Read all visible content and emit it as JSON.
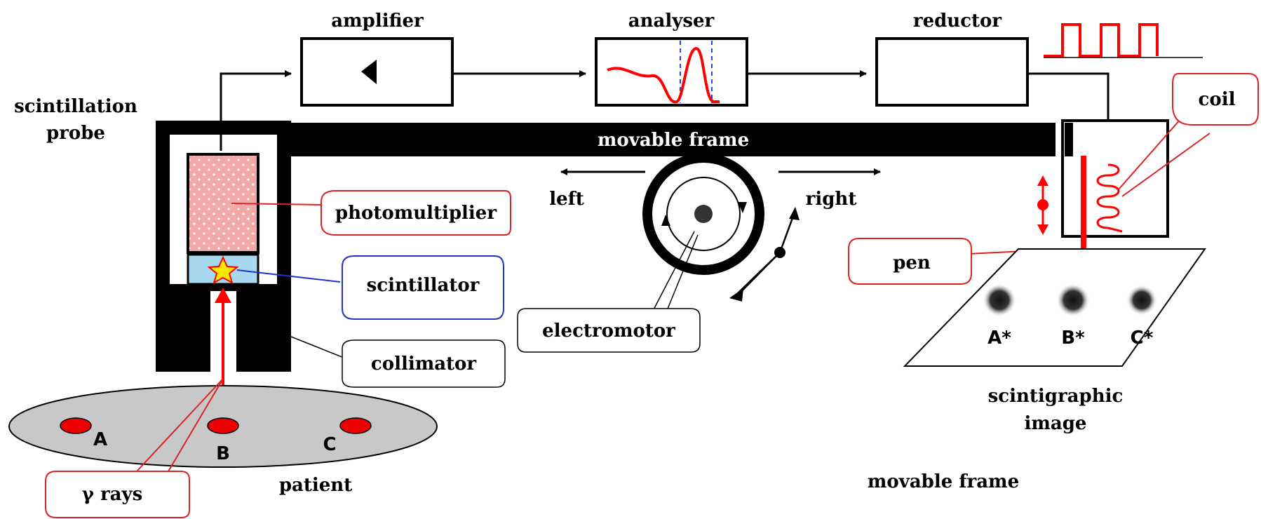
{
  "labels": {
    "amplifier": "amplifier",
    "analyser": "analyser",
    "reductor": "reductor",
    "scintillation_probe_line1": "scintillation",
    "scintillation_probe_line2": "probe",
    "movable_frame_bar": "movable frame",
    "coil": "coil",
    "photomultiplier": "photomultiplier",
    "left": "left",
    "right": "right",
    "scintillator": "scintillator",
    "pen": "pen",
    "electromotor": "electromotor",
    "collimator": "collimator",
    "scintigraphic_line1": "scintigraphic",
    "scintigraphic_line2": "image",
    "gamma_rays": "γ rays",
    "patient": "patient",
    "movable_frame_bottom": "movable frame"
  },
  "patient_spots": [
    "A",
    "B",
    "C"
  ],
  "image_spots": [
    "A*",
    "B*",
    "C*"
  ],
  "colors": {
    "signal_red": "#ff0000",
    "callout_red": "#dd2222",
    "callout_blue": "#2233cc",
    "photomultiplier_fill": "#f0a8a8",
    "scintillator_fill": "#a8d8f0",
    "patient_fill": "#c8c8c8",
    "star_fill": "#ffe600",
    "frame_black": "#000000"
  }
}
